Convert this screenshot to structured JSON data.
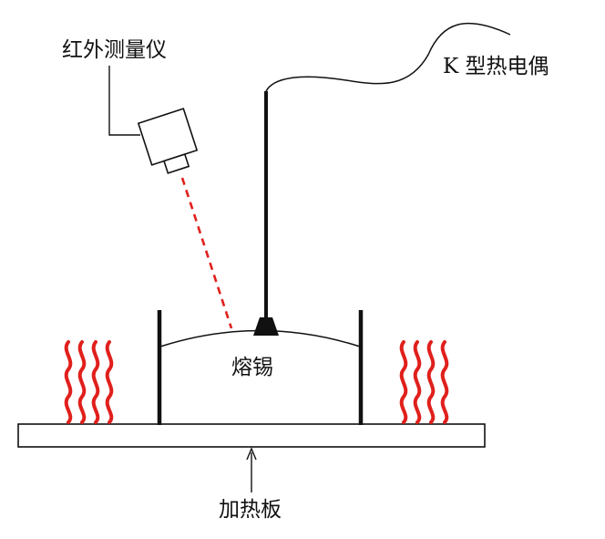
{
  "labels": {
    "ir_meter": "红外测量仪",
    "thermocouple": "K 型热电偶",
    "molten_tin": "熔锡",
    "heating_plate": "加热板"
  },
  "colors": {
    "heat_waves": "#e0201c",
    "laser_beam": "#e0201c",
    "stroke": "#111111"
  }
}
